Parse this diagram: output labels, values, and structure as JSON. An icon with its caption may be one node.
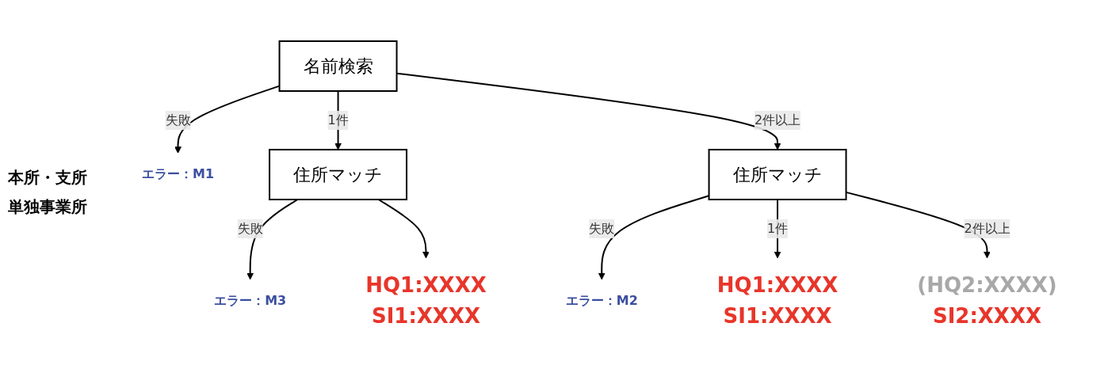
{
  "diagram": {
    "nodes": [
      {
        "text": [
          "名前検索"
        ]
      },
      {
        "text": [
          "エラー：M1"
        ]
      },
      {
        "text": [
          "住所マッチ"
        ]
      },
      {
        "text": [
          "エラー：M3"
        ]
      },
      {
        "text": [
          "住所マッチ"
        ]
      },
      {
        "text": [
          "エラー：M2"
        ]
      },
      {
        "text": [
          "HQ1:XXXX",
          "SI1:XXXX"
        ]
      },
      {
        "text": [
          "HQ1:XXXX",
          "SI1:XXXX"
        ]
      },
      {
        "text": [
          "(HQ2:XXXX)",
          "SI2:XXXX"
        ]
      }
    ],
    "edges": [
      {
        "from": 0,
        "to": 1,
        "arrow": "to",
        "label": "失敗"
      },
      {
        "from": 0,
        "to": 2,
        "arrow": "to",
        "label": "1件"
      },
      {
        "from": 0,
        "to": 4,
        "arrow": "to",
        "label": "2件以上"
      },
      {
        "from": 2,
        "to": 3,
        "arrow": "to",
        "label": "失敗"
      },
      {
        "from": 2,
        "to": 6,
        "arrow": "to"
      },
      {
        "from": 4,
        "to": 5,
        "arrow": "to",
        "label": "失敗"
      },
      {
        "from": 4,
        "to": 7,
        "arrow": "to",
        "label": "1件"
      },
      {
        "from": 4,
        "to": 8,
        "arrow": "to",
        "label": "2件以上"
      }
    ],
    "labels": [
      "本所・支所",
      "単独事業所"
    ]
  }
}
